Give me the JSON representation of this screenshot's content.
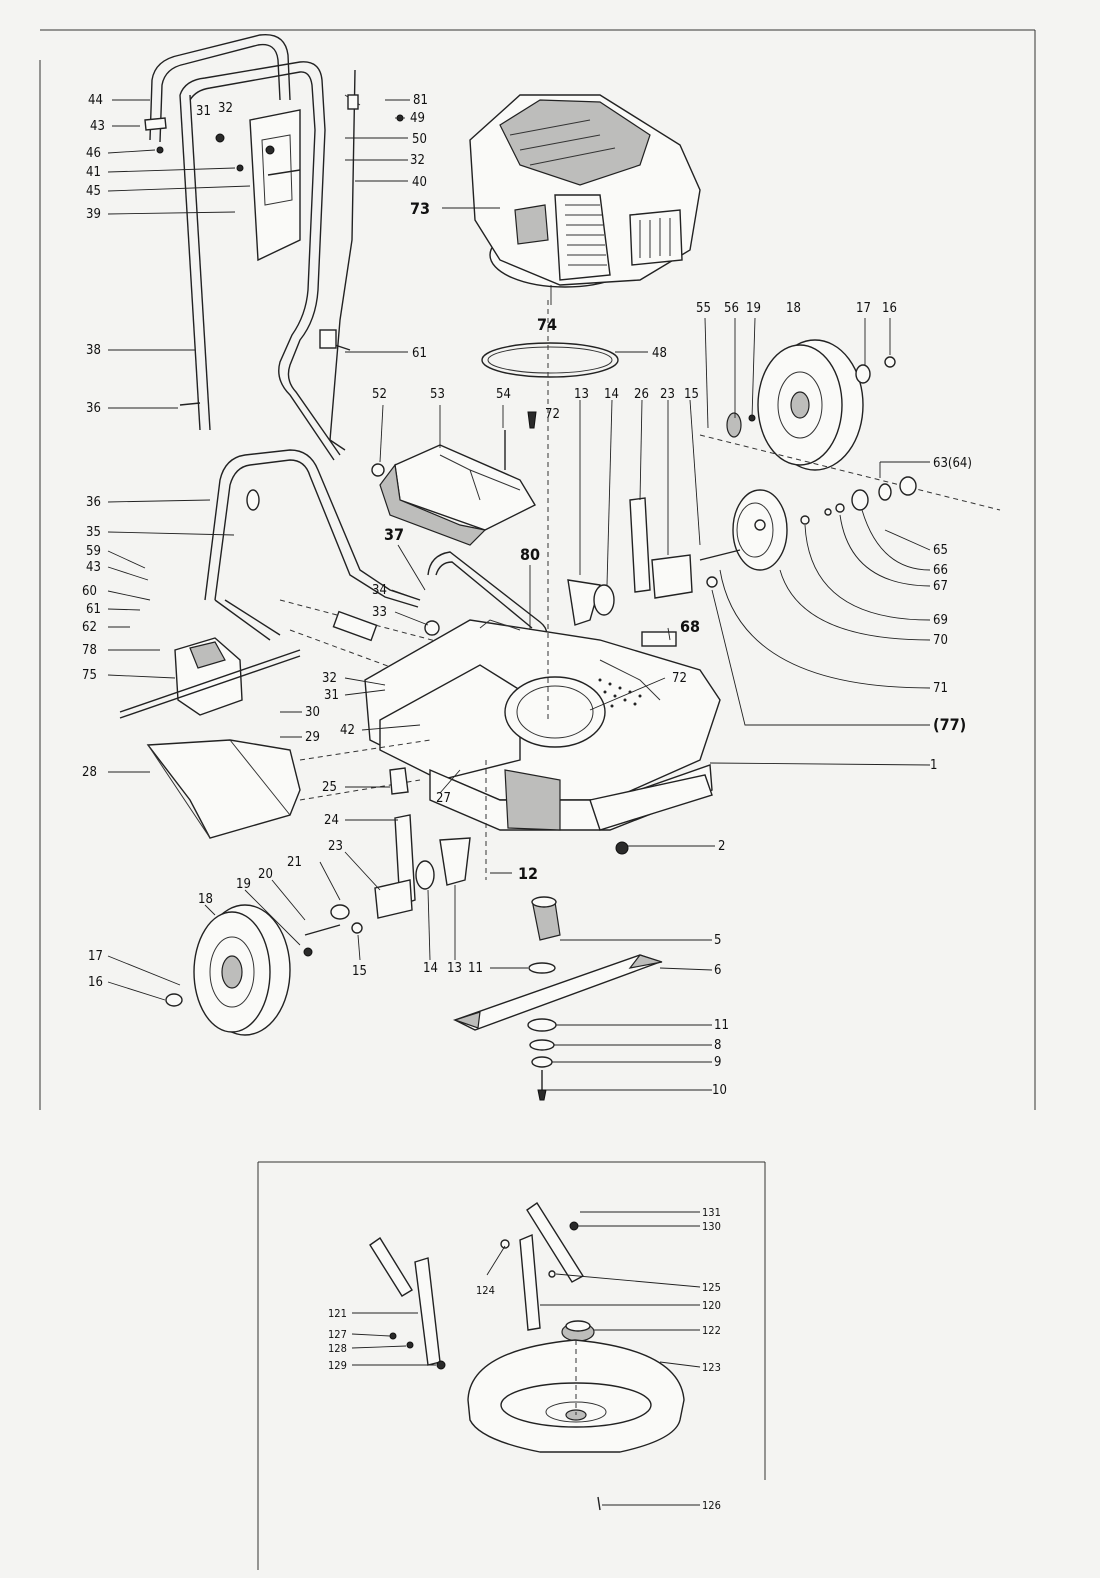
{
  "labels": {
    "l44": "44",
    "l43a": "43",
    "l46": "46",
    "l41a": "41",
    "l45": "45",
    "l39a": "39",
    "l38": "38",
    "l36a": "36",
    "l36b": "36",
    "l35": "35",
    "l59": "59",
    "l43b": "43",
    "l60": "60",
    "l61a": "61",
    "l62": "62",
    "l78": "78",
    "l75": "75",
    "l28": "28",
    "l31a": "31",
    "l32a": "32",
    "l81": "81",
    "l49": "49",
    "l50": "50",
    "l32b": "32",
    "l40": "40",
    "l61b": "61",
    "l73": "73",
    "l74": "74",
    "l48": "48",
    "l52": "52",
    "l53": "53",
    "l54": "54",
    "l72a": "72",
    "l13a": "13",
    "l14a": "14",
    "l26": "26",
    "l23a": "23",
    "l15a": "15",
    "l55": "55",
    "l56": "56",
    "l19a": "19",
    "l18a": "18",
    "l17a": "17",
    "l16a": "16",
    "l63": "63(64)",
    "l65": "65",
    "l66": "66",
    "l67": "67",
    "l69": "69",
    "l70": "70",
    "l71": "71",
    "l77": "(77)",
    "l37": "37",
    "l34": "34",
    "l33": "33",
    "l80": "80",
    "l68": "68",
    "l72b": "72",
    "l32c": "32",
    "l31b": "31",
    "l30": "30",
    "l29": "29",
    "l42": "42",
    "l25": "25",
    "l27": "27",
    "l24": "24",
    "l1": "1",
    "l2": "2",
    "l21": "21",
    "l23b": "23",
    "l20": "20",
    "l19b": "19",
    "l18b": "18",
    "l17b": "17",
    "l16b": "16",
    "l15b": "15",
    "l14b": "14",
    "l13b": "13",
    "l11a": "11",
    "l12": "12",
    "l5": "5",
    "l6": "6",
    "l11b": "11",
    "l8": "8",
    "l9": "9",
    "l10": "10",
    "l131": "131",
    "l130": "130",
    "l124": "124",
    "l125": "125",
    "l120": "120",
    "l121": "121",
    "l127": "127",
    "l128": "128",
    "l129": "129",
    "l122": "122",
    "l123": "123",
    "l126": "126"
  },
  "colors": {
    "ink": "#222222",
    "paper": "#f4f4f2"
  }
}
